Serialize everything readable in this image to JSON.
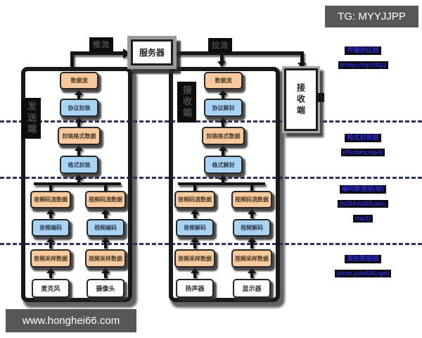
{
  "page": {
    "tg_badge": "TG: MYYJJPP",
    "site_watermark": "www.honghei66.com",
    "accent_annotation_color": "#2b2bd0",
    "orange_box_color": "#f7c99c",
    "blue_box_color": "#a9d3f2"
  },
  "top": {
    "server_label": "服务器",
    "push_label": "推流",
    "pull_label": "拉流",
    "receiver_label": "接收端"
  },
  "sender": {
    "side_label": "发送端",
    "data_stream": "数据流",
    "protocol": "协议封装",
    "container_data": "封装格式数据",
    "format": "格式封装",
    "audio_stream": "音频码流数据",
    "video_stream": "视频码流数据",
    "audio_codec": "音频编码",
    "video_codec": "视频编码",
    "audio_sample": "音频采样数据",
    "video_sample": "视频采样数据",
    "audio_device": "麦克风",
    "video_device": "摄像头"
  },
  "receiver": {
    "side_label": "接收端",
    "data_stream": "数据流",
    "protocol": "协议解封",
    "container_data": "封装格式数据",
    "format": "格式解封",
    "audio_stream": "音频码流数据",
    "video_stream": "视频码流数据",
    "audio_codec": "音频解码",
    "video_codec": "视频解码",
    "audio_sample": "音频采样数据",
    "video_sample": "视频采样数据",
    "audio_device": "扬声器",
    "video_device": "显示器"
  },
  "annotations": {
    "transport": {
      "title": "传输协议层",
      "detail": "(rtmp,rtsp,http)"
    },
    "container": {
      "title": "格式封装层",
      "detail": "(flv,mkv,mp4)"
    },
    "codec": {
      "title": "编码数据层(帧)",
      "detail": "(h264,h265,aac,",
      "detail2": "mp3)"
    },
    "raw": {
      "title": "原始数据层",
      "detail": "(pcm,yuv420,rgb)"
    }
  }
}
